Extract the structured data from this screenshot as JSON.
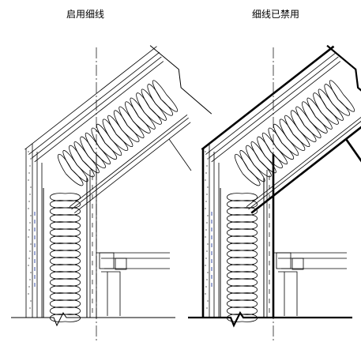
{
  "panels": {
    "left": {
      "title": "启用细线"
    },
    "right": {
      "title": "细线已禁用"
    }
  },
  "colors": {
    "line": "#000000",
    "accent_hatch": "#3a4fa8",
    "background": "#ffffff"
  },
  "line_weights": {
    "left": "thin",
    "right": "thick"
  }
}
